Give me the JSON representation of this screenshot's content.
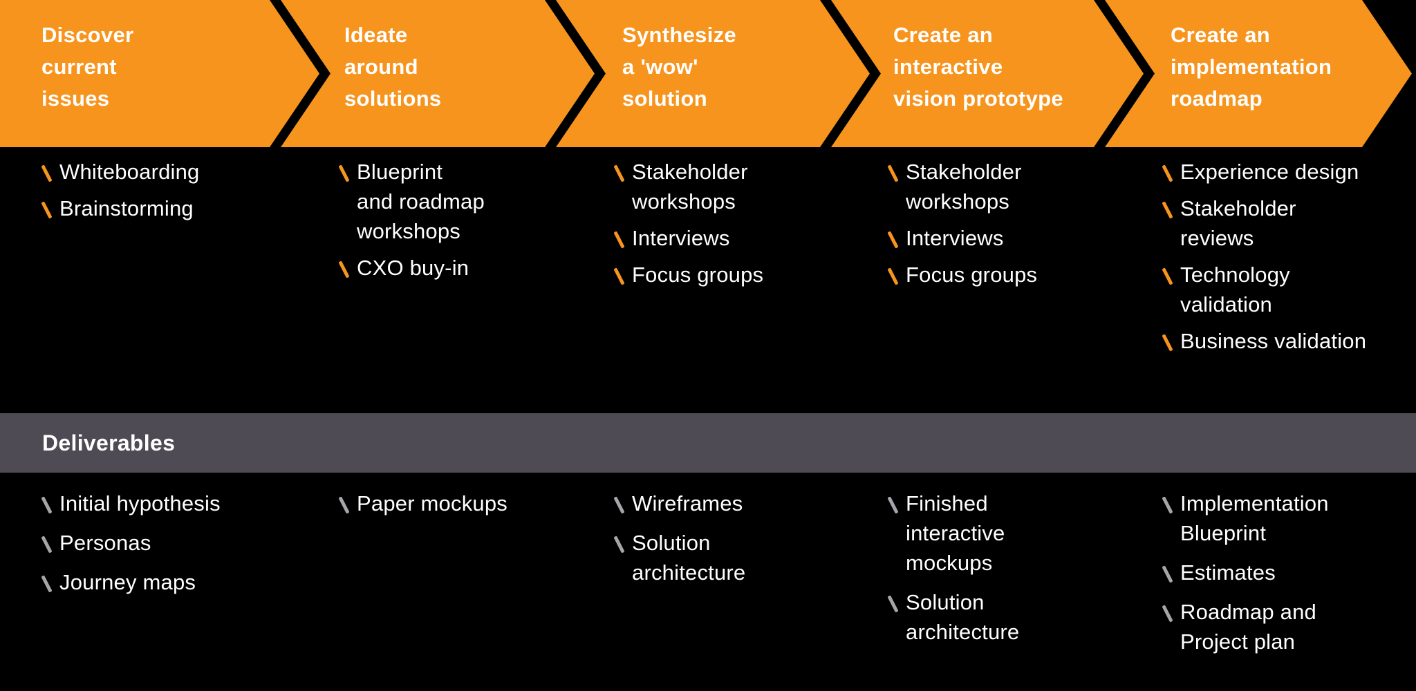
{
  "colors": {
    "orange": "#F7941E",
    "bg": "#000000",
    "band": "#4E4B55",
    "text": "#FFFFFF",
    "gray_bullet": "#A6A6AA"
  },
  "band": {
    "label": "Deliverables"
  },
  "icons": {
    "bullet": "slash-bullet-icon"
  },
  "stages": [
    {
      "title": "Discover\ncurrent\nissues",
      "activities": [
        "Whiteboarding",
        "Brainstorming"
      ],
      "deliverables": [
        "Initial hypothesis",
        "Personas",
        "Journey maps"
      ]
    },
    {
      "title": "Ideate\naround\nsolutions",
      "activities": [
        "Blueprint\nand roadmap\nworkshops",
        "CXO buy-in"
      ],
      "deliverables": [
        "Paper mockups"
      ]
    },
    {
      "title": "Synthesize\na 'wow'\nsolution",
      "activities": [
        "Stakeholder\nworkshops",
        "Interviews",
        "Focus groups"
      ],
      "deliverables": [
        "Wireframes",
        "Solution\narchitecture"
      ]
    },
    {
      "title": "Create an\ninteractive\nvision prototype",
      "activities": [
        "Stakeholder\nworkshops",
        "Interviews",
        "Focus groups"
      ],
      "deliverables": [
        "Finished\ninteractive\nmockups",
        "Solution\narchitecture"
      ]
    },
    {
      "title": "Create an\nimplementation\nroadmap",
      "activities": [
        "Experience design",
        "Stakeholder\nreviews",
        "Technology\nvalidation",
        "Business validation"
      ],
      "deliverables": [
        "Implementation\nBlueprint",
        "Estimates",
        "Roadmap and\nProject plan"
      ]
    }
  ]
}
